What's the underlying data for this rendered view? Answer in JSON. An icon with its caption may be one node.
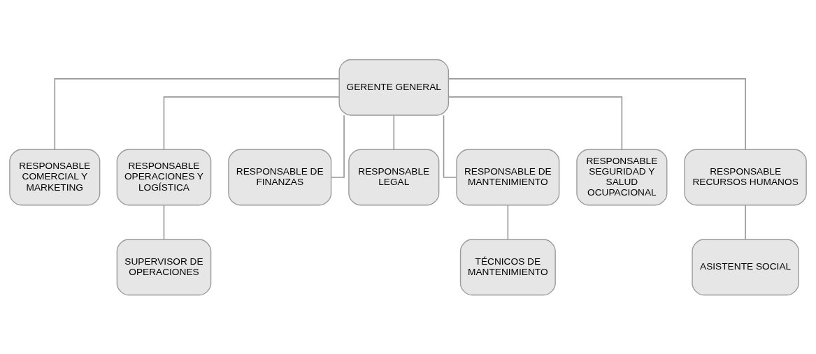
{
  "diagram": {
    "nodes": [
      {
        "text": [
          "GERENTE GENERAL"
        ]
      },
      {
        "text": [
          "RESPONSABLE COMERCIAL Y MARKETING"
        ]
      },
      {
        "text": [
          "RESPONSABLE OPERACIONES Y LOGÍSTICA"
        ]
      },
      {
        "text": [
          "RESPONSABLE DE FINANZAS"
        ]
      },
      {
        "text": [
          "RESPONSABLE LEGAL"
        ]
      },
      {
        "text": [
          "RESPONSABLE DE MANTENIMIENTO"
        ]
      },
      {
        "text": [
          "RESPONSABLE SEGURIDAD Y SALUD OCUPACIONAL"
        ]
      },
      {
        "text": [
          "RESPONSABLE RECURSOS HUMANOS"
        ]
      },
      {
        "text": [
          "SUPERVISOR DE OPERACIONES"
        ]
      },
      {
        "text": [
          "TÉCNICOS DE MANTENIMIENTO"
        ]
      },
      {
        "text": [
          "ASISTENTE SOCIAL"
        ]
      }
    ],
    "edges": [
      {
        "from": 0,
        "to": 1,
        "arrow": "none"
      },
      {
        "from": 0,
        "to": 2,
        "arrow": "none"
      },
      {
        "from": 0,
        "to": 3,
        "arrow": "none"
      },
      {
        "from": 0,
        "to": 4,
        "arrow": "none"
      },
      {
        "from": 0,
        "to": 5,
        "arrow": "none"
      },
      {
        "from": 0,
        "to": 6,
        "arrow": "none"
      },
      {
        "from": 0,
        "to": 7,
        "arrow": "none"
      },
      {
        "from": 2,
        "to": 8,
        "arrow": "none"
      },
      {
        "from": 5,
        "to": 9,
        "arrow": "none"
      },
      {
        "from": 7,
        "to": 10,
        "arrow": "none"
      }
    ]
  }
}
